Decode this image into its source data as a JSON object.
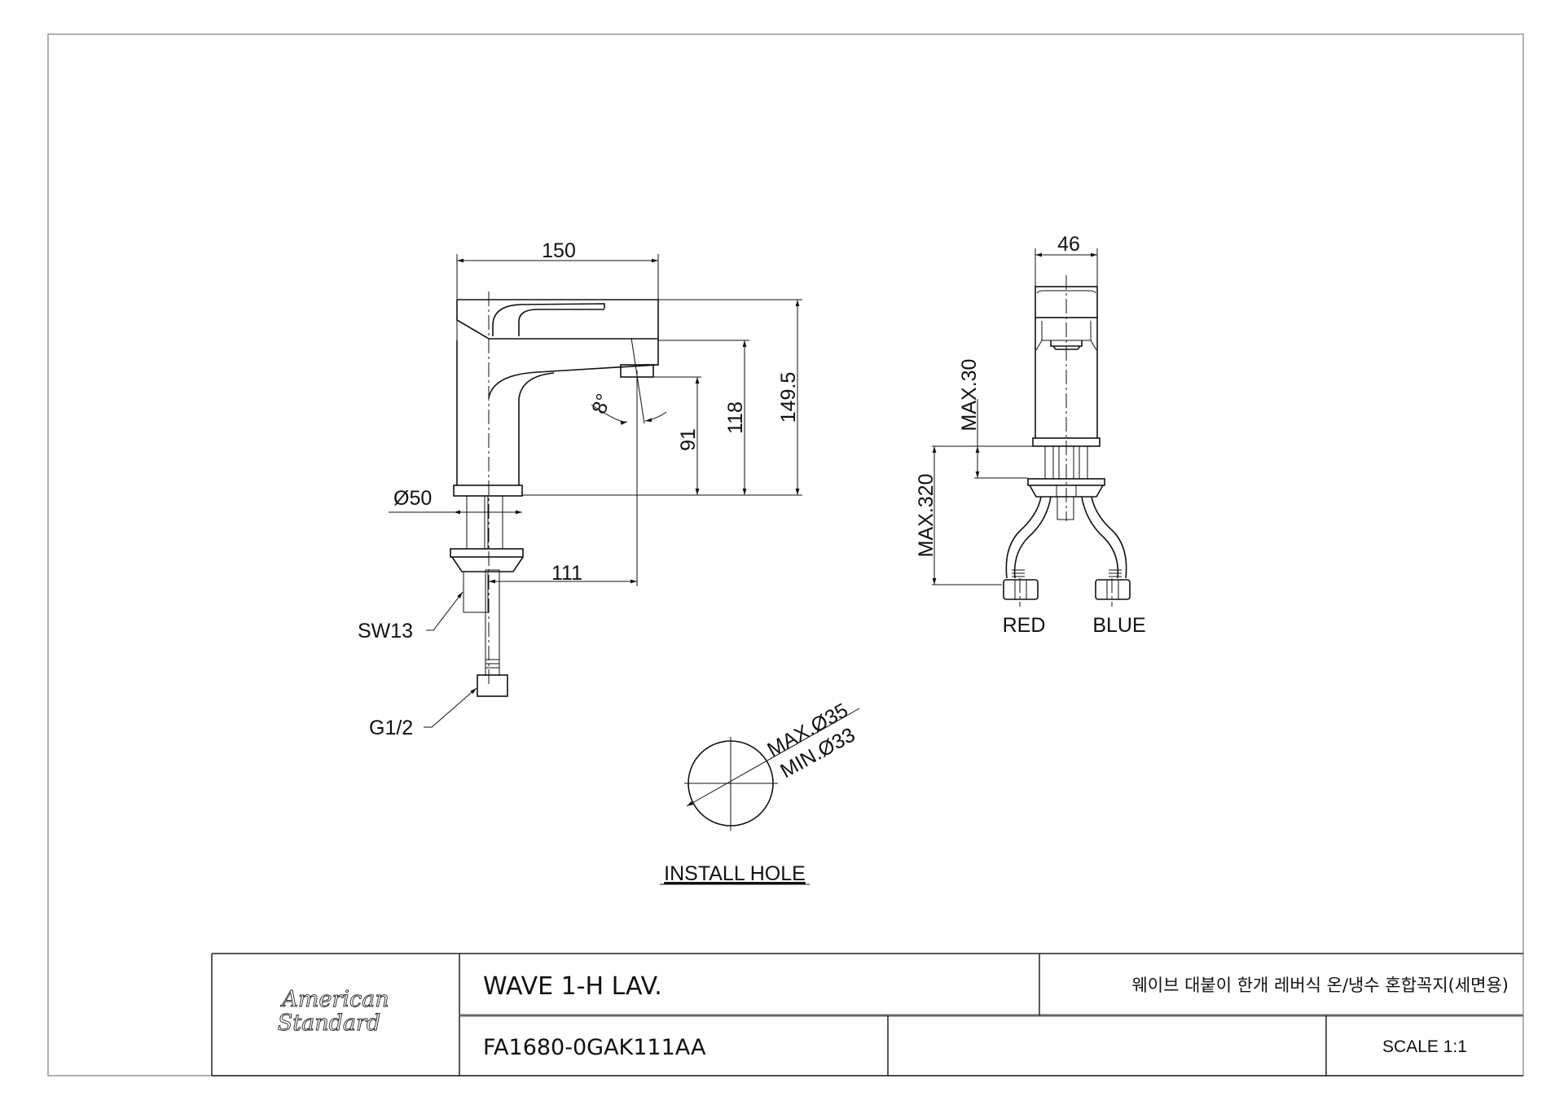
{
  "drawing": {
    "side_view": {
      "dim_width": "150",
      "dim_total_height": "149.5",
      "dim_spout_top": "118",
      "dim_spout_outlet": "91",
      "dim_angle": "8°",
      "dim_base_diameter": "Ø50",
      "dim_reach": "111",
      "label_wrench": "SW13",
      "label_thread": "G1/2"
    },
    "front_view": {
      "dim_width": "46",
      "dim_max_deck": "MAX.30",
      "dim_max_hose": "MAX.320",
      "label_hot": "RED",
      "label_cold": "BLUE"
    },
    "install_hole": {
      "max_diameter": "MAX.Ø35",
      "min_diameter": "MIN.Ø33",
      "title": "INSTALL HOLE"
    }
  },
  "title_block": {
    "logo_line1": "American",
    "logo_line2": "Standard",
    "product_name": "WAVE 1-H LAV.",
    "product_name_korean": "웨이브 대붙이 한개 레버식 온/냉수 혼합꼭지(세면용)",
    "model_code": "FA1680-0GAK111AA",
    "scale": "SCALE 1:1"
  }
}
